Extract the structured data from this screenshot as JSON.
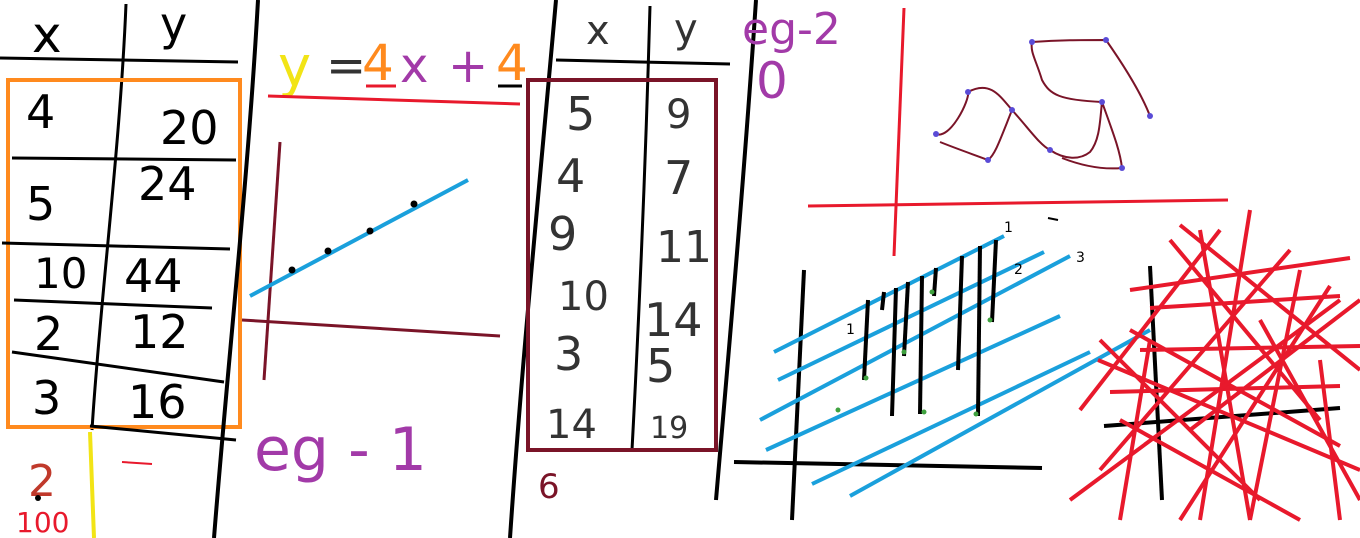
{
  "table1": {
    "header_x": "x",
    "header_y": "y",
    "rows": [
      {
        "x": "4",
        "y": "20"
      },
      {
        "x": "5",
        "y": "24"
      },
      {
        "x": "10",
        "y": "44"
      },
      {
        "x": "2",
        "y": "12"
      },
      {
        "x": "3",
        "y": "16"
      }
    ],
    "note_top": "2",
    "note_bottom": "100"
  },
  "equation": {
    "y": "y",
    "eq": "=",
    "m": "4",
    "x": "x",
    "plus": "+",
    "c": "4"
  },
  "example1_label": "eg - 1",
  "table2": {
    "header_x": "x",
    "header_y": "y",
    "rows": [
      {
        "x": "5",
        "y": "9"
      },
      {
        "x": "4",
        "y": "7"
      },
      {
        "x": "9",
        "y": "11"
      },
      {
        "x": "10",
        "y": "14"
      },
      {
        "x": "3",
        "y": "5"
      },
      {
        "x": "14",
        "y": "19"
      }
    ],
    "count": "6"
  },
  "example2_label": "eg-2",
  "example2_sub": "0",
  "parallel_labels": [
    "1",
    "2",
    "3"
  ],
  "colors": {
    "orange": "#ff8a1e",
    "maroon": "#7a1428",
    "red": "#e8192c",
    "blue": "#1aa0dc",
    "purple": "#a23aa8",
    "yellow": "#f2e416",
    "green": "#3fa23f"
  }
}
